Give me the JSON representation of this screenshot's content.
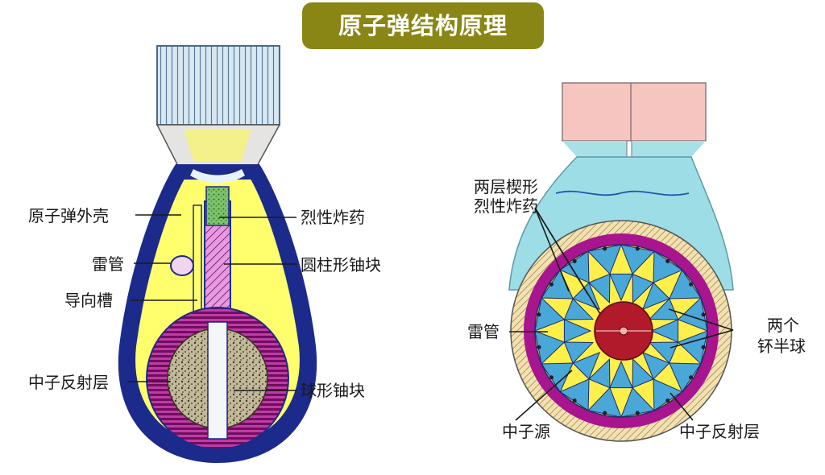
{
  "title": "原子弹结构原理",
  "left_diagram": {
    "labels": {
      "shell": "原子弹外壳",
      "detonator": "雷管",
      "guide_slot": "导向槽",
      "reflector": "中子反射层",
      "explosive": "烈性炸药",
      "cylinder_u": "圆柱形铀块",
      "sphere_u": "球形铀块"
    }
  },
  "right_diagram": {
    "labels": {
      "wedge_explosive_line1": "两层楔形",
      "wedge_explosive_line2": "烈性炸药",
      "detonator": "雷管",
      "hemispheres_line1": "两个",
      "hemispheres_line2": "钚半球",
      "neutron_source": "中子源",
      "reflector": "中子反射层"
    }
  },
  "colors": {
    "title_bg": "#8a8615",
    "casing": "#1c2a8c",
    "explosive": "#ffff66",
    "uranium": "#d67fd0",
    "reflector": "#a8158f",
    "outer_shell_right": "#9ddde6",
    "plutonium": "#b01a2a",
    "wedge_blue": "#4aa8d8",
    "tail_fins": "#f7c5c0"
  }
}
